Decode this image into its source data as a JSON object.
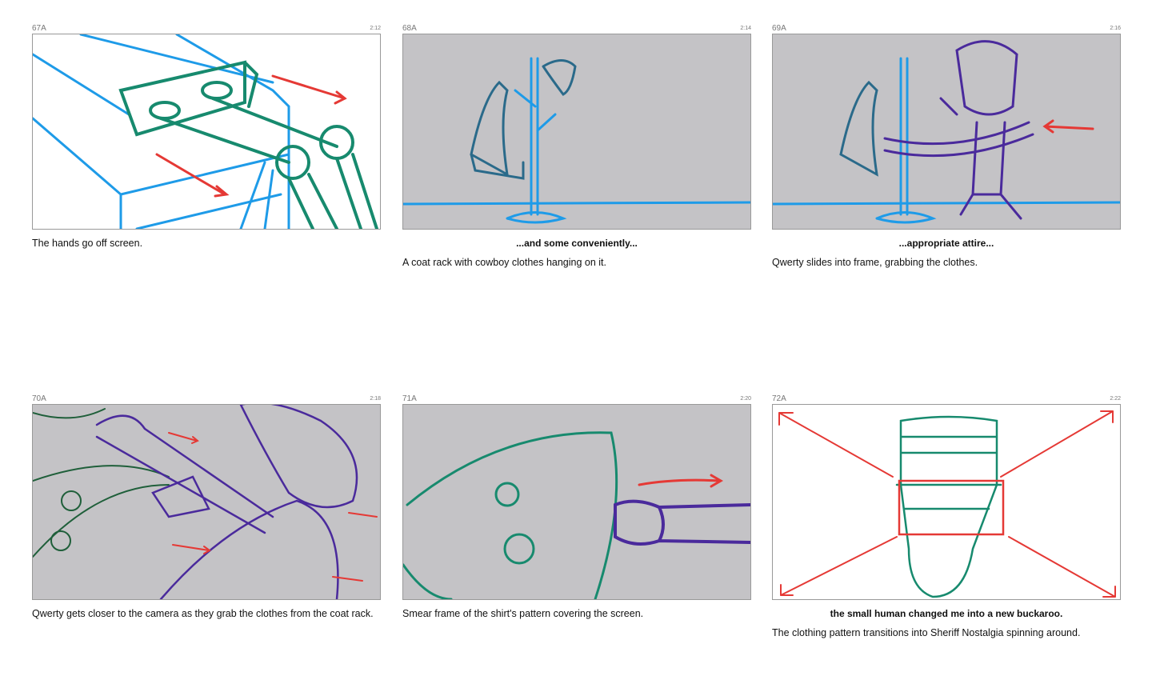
{
  "panels": [
    {
      "number": "67A",
      "time": "2:12",
      "dialog": "",
      "action": "The hands go off screen."
    },
    {
      "number": "68A",
      "time": "2:14",
      "dialog": "...and some conveniently...",
      "action": "A coat rack with cowboy clothes hanging on it."
    },
    {
      "number": "69A",
      "time": "2:16",
      "dialog": "...appropriate attire...",
      "action": "Qwerty slides into frame, grabbing the clothes."
    },
    {
      "number": "70A",
      "time": "2:18",
      "dialog": "",
      "action": "Qwerty gets closer to the camera as they grab the clothes from the coat rack."
    },
    {
      "number": "71A",
      "time": "2:20",
      "dialog": "",
      "action": "Smear frame of the shirt's pattern covering the screen."
    },
    {
      "number": "72A",
      "time": "2:22",
      "dialog": "the small human changed me into a new buckaroo.",
      "action": "The clothing pattern transitions into Sheriff Nostalgia spinning around."
    }
  ],
  "colors": {
    "arrow": "#e53935",
    "blue": "#1e9be8",
    "green": "#178a6e",
    "purple": "#4a2a9c",
    "panel_gray": "#c4c3c6"
  }
}
